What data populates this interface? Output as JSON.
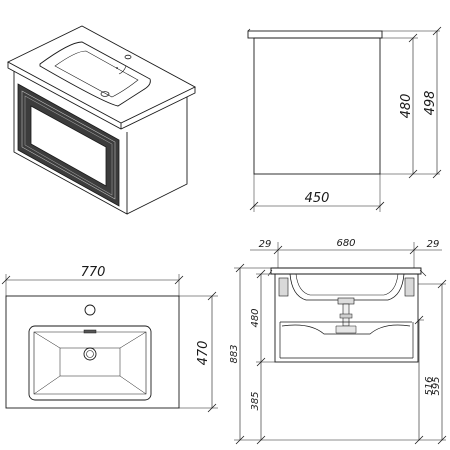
{
  "dimensions": {
    "side_depth": "450",
    "side_body_height": "480",
    "side_total_height": "498",
    "top_width": "770",
    "top_depth": "470",
    "front_inner_width": "680",
    "front_side_left": "29",
    "front_side_right": "29",
    "front_body_height": "480",
    "front_total_height": "883",
    "front_floor_clearance": "385",
    "front_pipe_height": "516",
    "front_top_height": "595"
  }
}
